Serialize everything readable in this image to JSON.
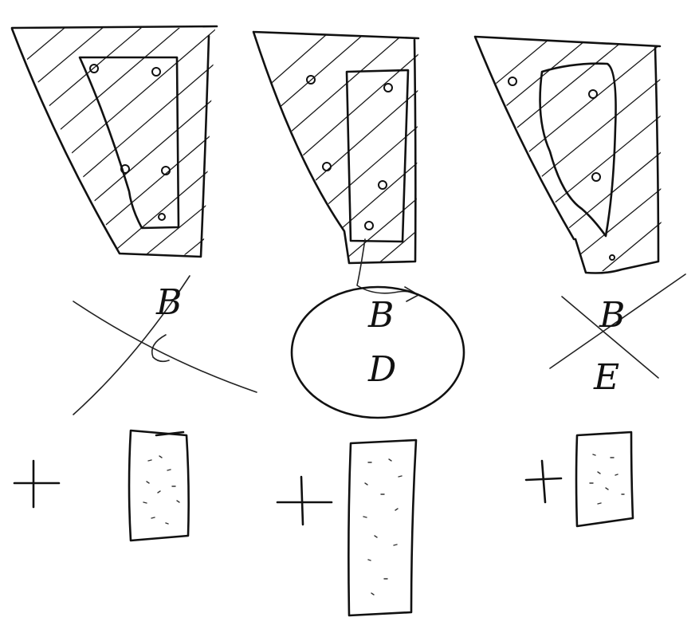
{
  "labels": {
    "middle_top": "B",
    "middle_center": "B",
    "middle_bottom": "D",
    "right_top": "B",
    "right_bottom": "E"
  }
}
